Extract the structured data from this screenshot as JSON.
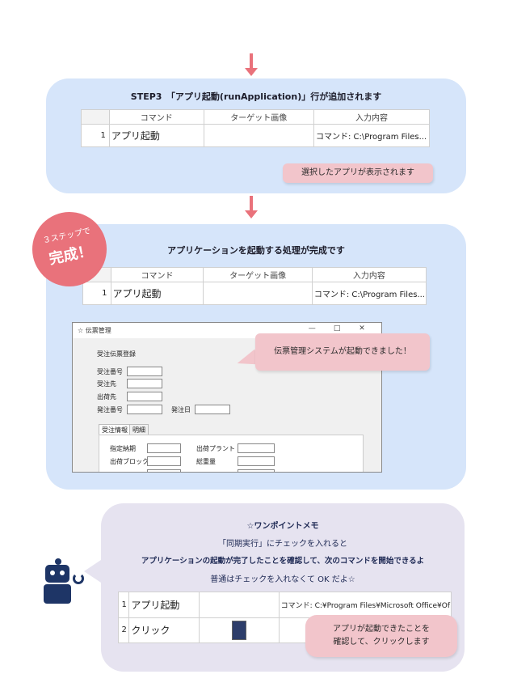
{
  "step3": {
    "heading": "STEP3　「アプリ起動(runApplication)」行が追加されます",
    "columns": [
      "コマンド",
      "ターゲット画像",
      "入力内容"
    ],
    "row": {
      "num": "1",
      "command": "アプリ起動",
      "target": "",
      "input": "コマンド: C:\\Program Files..."
    },
    "callout": "選択したアプリが表示されます"
  },
  "complete": {
    "stamp_line1": "３ステップで",
    "stamp_line2": "完成！",
    "heading": "アプリケーションを起動する処理が完成です",
    "columns": [
      "コマンド",
      "ターゲット画像",
      "入力内容"
    ],
    "row": {
      "num": "1",
      "command": "アプリ起動",
      "target": "",
      "input": "コマンド: C:\\Program Files..."
    },
    "callout": "伝票管理システムが起動できました！",
    "window": {
      "title": "伝票管理",
      "controls": {
        "minimize": "—",
        "maximize": "□",
        "close": "✕"
      },
      "form_title": "受注伝票登録",
      "fields": {
        "order_no": "受注番号",
        "customer": "受注先",
        "ship_to": "出荷先",
        "issue_no": "発注番号",
        "issue_date": "発注日"
      },
      "tabs": [
        "受注情報",
        "明細"
      ],
      "tab_fields": {
        "delivery": "指定納期",
        "plant": "出荷プラント",
        "block": "出荷ブロック",
        "weight": "総重量"
      }
    }
  },
  "memo": {
    "title": "☆ワンポイントメモ",
    "line1": "「同期実行」にチェックを入れると",
    "line2": "アプリケーションの起動が完了したことを確認して、次のコマンドを開始できるよ",
    "line3": "普通はチェックを入れなくて OK だよ☆",
    "rows": [
      {
        "num": "1",
        "command": "アプリ起動",
        "target": "",
        "input": "コマンド: C:¥Program Files¥Microsoft Office¥Of"
      },
      {
        "num": "2",
        "command": "クリック",
        "target": "",
        "input": ""
      }
    ],
    "callout_line1": "アプリが起動できたことを",
    "callout_line2": "確認して、クリックします"
  },
  "colors": {
    "accent": "#e9727b",
    "panel_blue": "#d6e5fa",
    "panel_lavender": "#e6e3f0",
    "callout_pink": "#f2c5cb",
    "robot": "#1e3566"
  }
}
